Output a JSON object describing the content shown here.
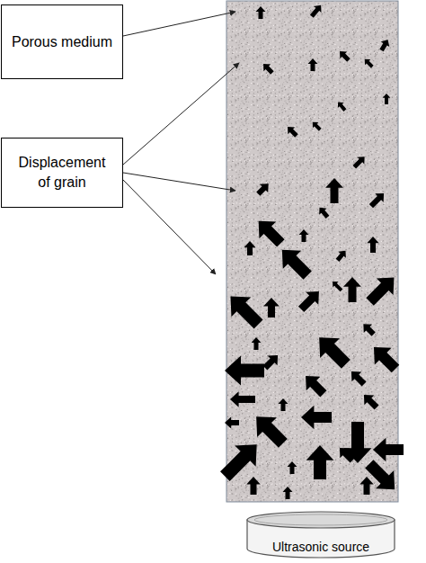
{
  "diagram": {
    "nodes": [
      {
        "text": [
          "Porous medium"
        ]
      },
      {
        "text": [
          "Displacement of grain"
        ]
      },
      {
        "text": [
          "Ultrasonic source"
        ]
      }
    ]
  }
}
